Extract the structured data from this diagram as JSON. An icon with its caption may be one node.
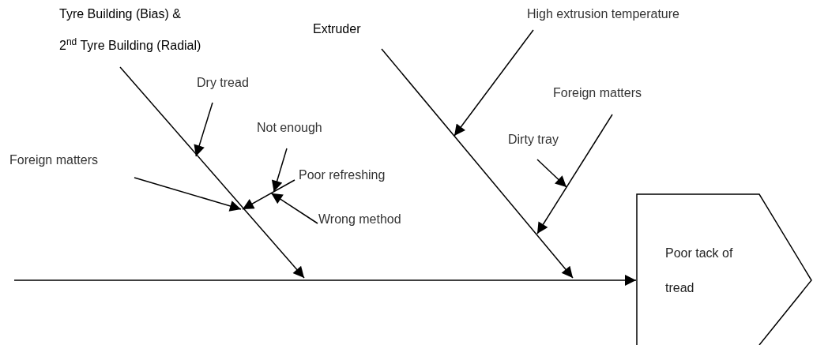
{
  "diagram": {
    "nodes": [
      {
        "text": [
          "Tyre Building (Bias) &",
          "2$^{nd}$ Tyre Building (Radial)"
        ]
      },
      {
        "text": [
          "Dry tread"
        ]
      },
      {
        "text": [
          "Foreign matters"
        ]
      },
      {
        "text": [
          "Not enough"
        ]
      },
      {
        "text": [
          "Poor refreshing"
        ]
      },
      {
        "text": [
          "Wrong method"
        ]
      },
      {
        "text": [
          "Extruder"
        ]
      },
      {
        "text": [
          "High extrusion temperature"
        ]
      },
      {
        "text": [
          "Foreign matters"
        ]
      },
      {
        "text": [
          "Dirty tray"
        ]
      },
      {
        "text": [
          "Poor tack of tread"
        ]
      }
    ],
    "edges": [
      {
        "from": null,
        "to": 10,
        "arrow": "to"
      },
      {
        "from": 0,
        "to": null,
        "arrow": "to"
      },
      {
        "from": 1,
        "to": null,
        "arrow": "to"
      },
      {
        "from": 2,
        "to": null,
        "arrow": "to"
      },
      {
        "from": 4,
        "to": null,
        "arrow": "to"
      },
      {
        "from": 3,
        "to": 4,
        "arrow": "to"
      },
      {
        "from": 5,
        "to": 4,
        "arrow": "to"
      },
      {
        "from": 6,
        "to": null,
        "arrow": "to"
      },
      {
        "from": 7,
        "to": null,
        "arrow": "to"
      },
      {
        "from": 8,
        "to": null,
        "arrow": "to"
      },
      {
        "from": 9,
        "to": null,
        "arrow": "to"
      }
    ]
  }
}
